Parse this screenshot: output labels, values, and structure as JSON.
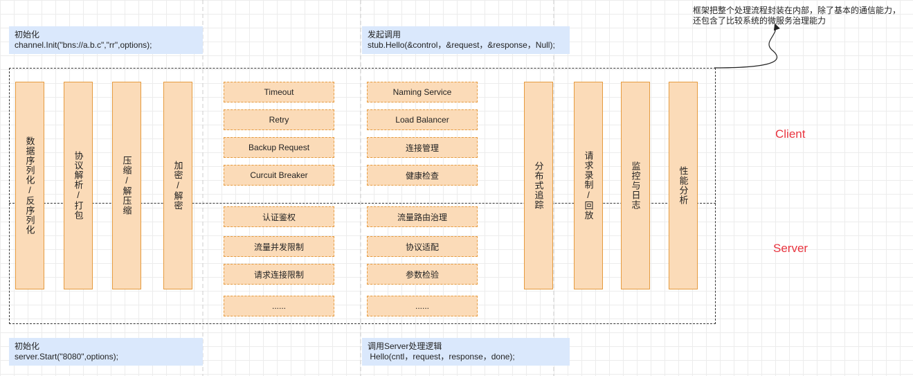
{
  "notes": {
    "client_init": {
      "title": "初始化",
      "code": "channel.Init(\"bns://a.b.c\",\"rr\",options);"
    },
    "client_call": {
      "title": "发起调用",
      "code": "stub.Hello(&control，&request，&response，Null);"
    },
    "server_init": {
      "title": "初始化",
      "code": "server.Start(\"8080\",options);"
    },
    "server_call": {
      "title": "调用Server处理逻辑",
      "code": " Hello(cntl，request，response，done);"
    }
  },
  "bars": {
    "serialize": "数据序列化/反序列化",
    "protocol": "协议解析/打包",
    "compress": "压缩/解压缩",
    "encrypt": "加密/解密",
    "tracing": "分布式追踪",
    "replay": "请求录制/回放",
    "monitor": "监控与日志",
    "profile": "性能分析"
  },
  "boxes": {
    "col1": [
      "Timeout",
      "Retry",
      "Backup Request",
      "Curcuit Breaker",
      "认证鉴权",
      "流量并发限制",
      "请求连接限制",
      "......"
    ],
    "col2": [
      "Naming Service",
      "Load Balancer",
      "连接管理",
      "健康检查",
      "流量路由治理",
      "协议适配",
      "参数检验",
      "......"
    ]
  },
  "labels": {
    "client": "Client",
    "server": "Server"
  },
  "annotation": {
    "line1": "框架把整个处理流程封装在内部，除了基本的通信能力，",
    "line2": "还包含了比较系统的微服务治理能力"
  }
}
